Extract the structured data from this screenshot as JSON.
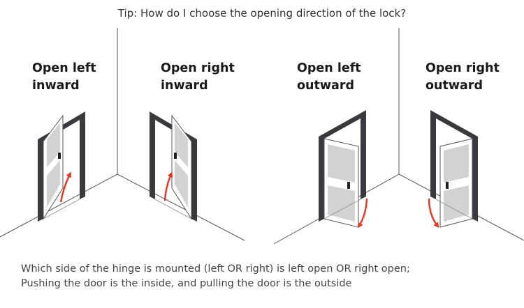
{
  "tip": "Tip: How do I choose the opening direction of the lock?",
  "panels": [
    {
      "line1": "Open left",
      "line2": "inward"
    },
    {
      "line1": "Open right",
      "line2": "inward"
    },
    {
      "line1": "Open left",
      "line2": "outward"
    },
    {
      "line1": "Open right",
      "line2": "outward"
    }
  ],
  "footer": {
    "line1": "Which side of the hinge is mounted (left OR right) is left open OR right open;",
    "line2": "Pushing the door is the inside, and pulling the door is the outside"
  },
  "colors": {
    "frame": "#3a3a3e",
    "arrow": "#e23a2a",
    "glass": "#d2d2d2",
    "line": "#555555"
  },
  "icons": [
    "room-corner",
    "door-frame",
    "door-panel",
    "door-handle",
    "direction-arrow"
  ]
}
